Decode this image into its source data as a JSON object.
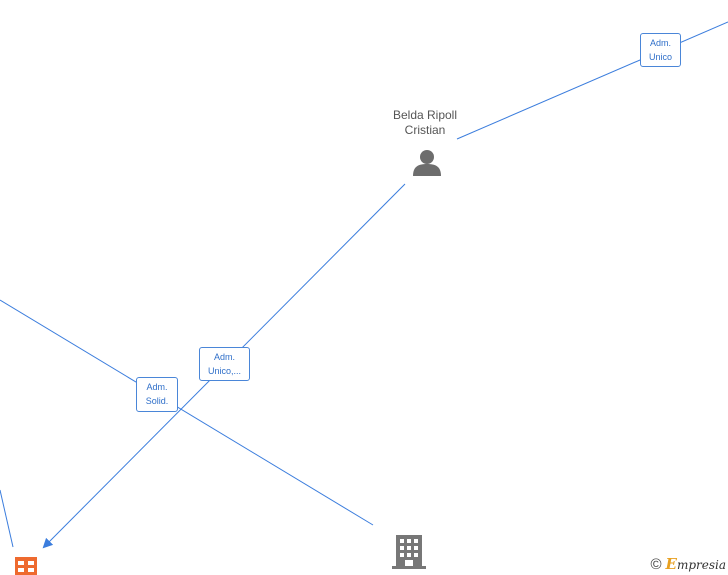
{
  "nodes": {
    "person": {
      "name_line1": "Belda Ripoll",
      "name_line2": "Cristian",
      "icon": "person-icon"
    },
    "company_orange": {
      "icon": "company-icon",
      "color": "#ee6a2f"
    },
    "company_gray": {
      "icon": "building-icon",
      "color": "#777777"
    }
  },
  "edges": {
    "top_right": {
      "line1": "Adm.",
      "line2": "Unico"
    },
    "person_to_company": {
      "line1": "Adm.",
      "line2": "Unico,..."
    },
    "left_to_building": {
      "line1": "Adm.",
      "line2": "Solid."
    }
  },
  "colors": {
    "edge": "#3b7ddd",
    "edge_label_border": "#4a86d8",
    "person_icon": "#6d6d6d"
  },
  "watermark": {
    "symbol": "©",
    "brand_initial": "E",
    "brand_rest": "mpresia"
  }
}
